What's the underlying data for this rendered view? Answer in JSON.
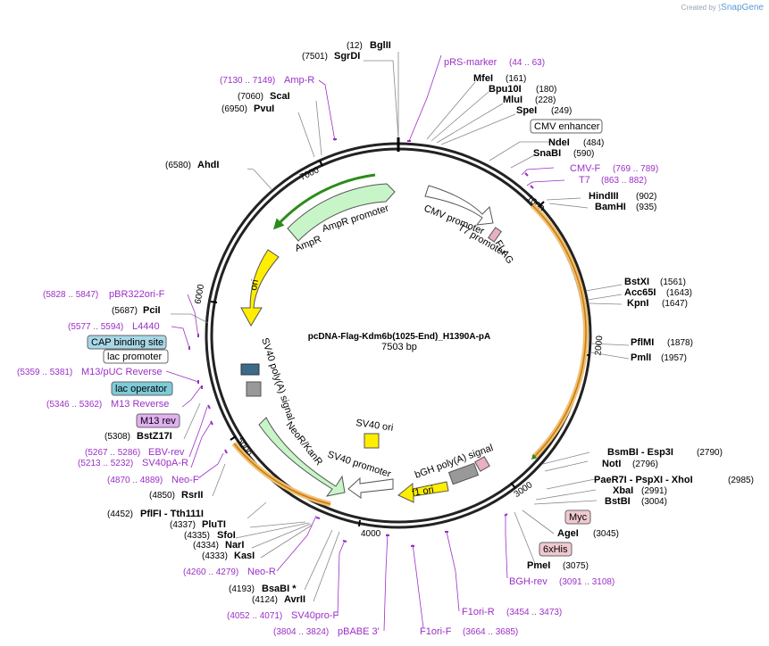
{
  "credit": {
    "prefix": "Created by",
    "brand": "SnapGene"
  },
  "title": {
    "name": "pcDNA-Flag-Kdm6b(1025-End)_H1390A-pA",
    "size": "7503 bp"
  },
  "total_bp": 7503,
  "ticks": [
    "1000",
    "2000",
    "3000",
    "4000",
    "5000",
    "6000",
    "7000"
  ],
  "colors": {
    "enzyme": "#000000",
    "primer": "#9b2fc7",
    "ampr": "#c8f5c8",
    "ori": "#ffee00",
    "neo": "#c8f5c8",
    "promoter": "#ffffff",
    "orf": "#f0b040",
    "leader": "#2a8c1a"
  },
  "enzymes_left": [
    {
      "pos": "(12)",
      "name": "BglII"
    },
    {
      "pos": "(7501)",
      "name": "SgrDI"
    },
    {
      "pos": "(7060)",
      "name": "ScaI"
    },
    {
      "pos": "(6950)",
      "name": "PvuI"
    },
    {
      "pos": "(6580)",
      "name": "AhdI"
    },
    {
      "pos": "(5687)",
      "name": "PciI"
    },
    {
      "pos": "(5308)",
      "name": "BstZ17I"
    },
    {
      "pos": "(4850)",
      "name": "RsrII"
    },
    {
      "pos": "(4452)",
      "name": "PflFI  - Tth111I"
    },
    {
      "pos": "(4337)",
      "name": "PluTI"
    },
    {
      "pos": "(4335)",
      "name": "SfoI"
    },
    {
      "pos": "(4334)",
      "name": "NarI"
    },
    {
      "pos": "(4333)",
      "name": "KasI"
    },
    {
      "pos": "(4193)",
      "name": "BsaBI *"
    },
    {
      "pos": "(4124)",
      "name": "AvrII"
    }
  ],
  "enzymes_right": [
    {
      "name": "MfeI",
      "pos": "(161)"
    },
    {
      "name": "Bpu10I",
      "pos": "(180)"
    },
    {
      "name": "MluI",
      "pos": "(228)"
    },
    {
      "name": "SpeI",
      "pos": "(249)"
    },
    {
      "name": "NdeI",
      "pos": "(484)"
    },
    {
      "name": "SnaBI",
      "pos": "(590)"
    },
    {
      "name": "HindIII",
      "pos": "(902)"
    },
    {
      "name": "BamHI",
      "pos": "(935)"
    },
    {
      "name": "BstXI",
      "pos": "(1561)"
    },
    {
      "name": "Acc65I",
      "pos": "(1643)"
    },
    {
      "name": "KpnI",
      "pos": "(1647)"
    },
    {
      "name": "PflMI",
      "pos": "(1878)"
    },
    {
      "name": "PmlI",
      "pos": "(1957)"
    },
    {
      "name": "BsmBI  - Esp3I",
      "pos": "(2790)"
    },
    {
      "name": "NotI",
      "pos": "(2796)"
    },
    {
      "name": "PaeR7I  - PspXI  - XhoI",
      "pos": "(2985)"
    },
    {
      "name": "XbaI",
      "pos": "(2991)"
    },
    {
      "name": "BstBI",
      "pos": "(3004)"
    },
    {
      "name": "AgeI",
      "pos": "(3045)"
    },
    {
      "name": "PmeI",
      "pos": "(3075)"
    }
  ],
  "primers_left": [
    {
      "range": "(7130 .. 7149)",
      "name": "Amp-R"
    },
    {
      "range": "(5828 .. 5847)",
      "name": "pBR322ori-F"
    },
    {
      "range": "(5577 .. 5594)",
      "name": "L4440"
    },
    {
      "range": "(5359 .. 5381)",
      "name": "M13/pUC Reverse"
    },
    {
      "range": "(5346 .. 5362)",
      "name": "M13 Reverse"
    },
    {
      "range": "(5267 .. 5286)",
      "name": "EBV-rev"
    },
    {
      "range": "(5213 .. 5232)",
      "name": "SV40pA-R"
    },
    {
      "range": "(4870 .. 4889)",
      "name": "Neo-F"
    },
    {
      "range": "(4260 .. 4279)",
      "name": "Neo-R"
    },
    {
      "range": "(4052 .. 4071)",
      "name": "SV40pro-F"
    },
    {
      "range": "(3804 .. 3824)",
      "name": "pBABE 3'"
    }
  ],
  "primers_right": [
    {
      "name": "pRS-marker",
      "range": "(44 .. 63)"
    },
    {
      "name": "CMV-F",
      "range": "(769 .. 789)"
    },
    {
      "name": "T7",
      "range": "(863 .. 882)"
    },
    {
      "name": "BGH-rev",
      "range": "(3091 .. 3108)"
    },
    {
      "name": "F1ori-R",
      "range": "(3454 .. 3473)"
    },
    {
      "name": "F1ori-F",
      "range": "(3664 .. 3685)"
    }
  ],
  "boxed_features": {
    "cmv_enhancer": "CMV enhancer",
    "cap_binding_site": "CAP binding site",
    "lac_promoter": "lac promoter",
    "lac_operator": "lac operator",
    "m13_rev": "M13 rev",
    "myc": "Myc",
    "his": "6xHis"
  },
  "inner_features": {
    "ampr": "AmpR",
    "ampr_promoter": "AmpR promoter",
    "ori": "ori",
    "cmv_promoter": "CMV promoter",
    "t7_promoter": "T7 promoter",
    "flag": "FLAG",
    "sv40_polya": "SV40 poly(A) signal",
    "neor": "NeoR/KanR",
    "sv40_promoter": "SV40 promoter",
    "sv40_ori": "SV40 ori",
    "f1_ori": "f1 ori",
    "bgh_polya": "bGH poly(A) signal"
  }
}
